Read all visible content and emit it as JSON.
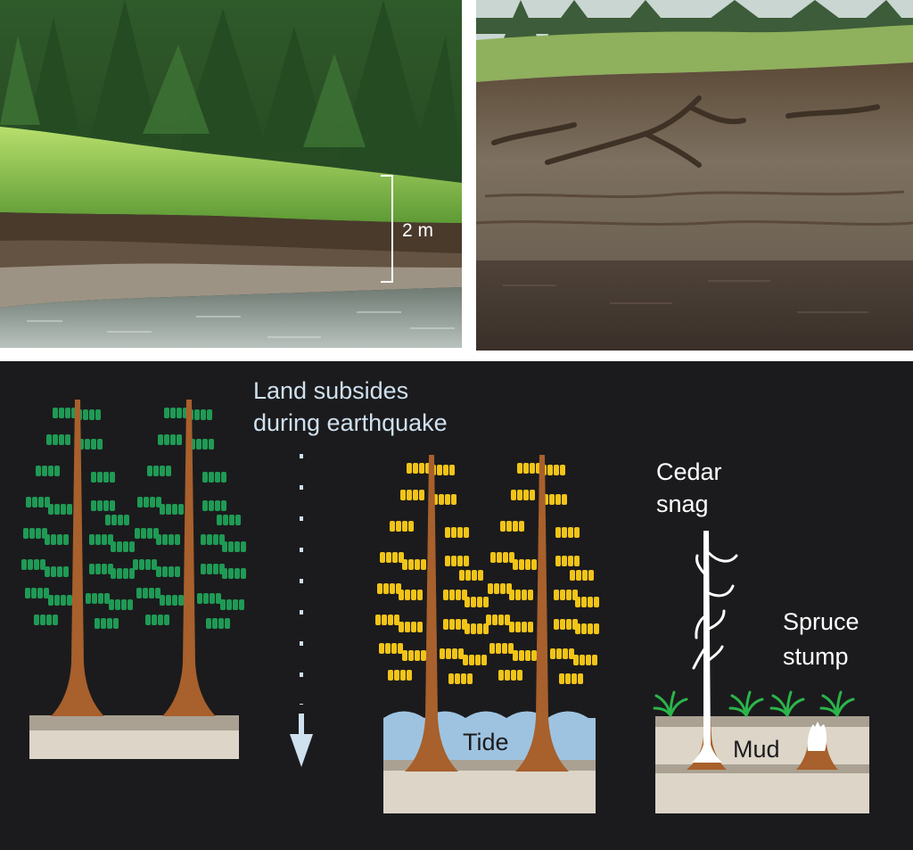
{
  "photo_left": {
    "scale_label": "2 m"
  },
  "diagram": {
    "arrow_caption_line1": "Land subsides",
    "arrow_caption_line2": "during earthquake",
    "tide_label": "Tide",
    "cedar_label_line1": "Cedar",
    "cedar_label_line2": "snag",
    "spruce_label_line1": "Spruce",
    "spruce_label_line2": "stump",
    "mud_label": "Mud"
  },
  "colors": {
    "background": "#1b1b1d",
    "healthy_foliage": "#1f9a55",
    "dying_foliage": "#f2c418",
    "trunk": "#a8602c",
    "tide_water": "#9ec3e0",
    "ground": "#dcd5c8",
    "arrow": "#cfe0ef",
    "grass": "#2bb44a",
    "snag": "#ffffff"
  }
}
